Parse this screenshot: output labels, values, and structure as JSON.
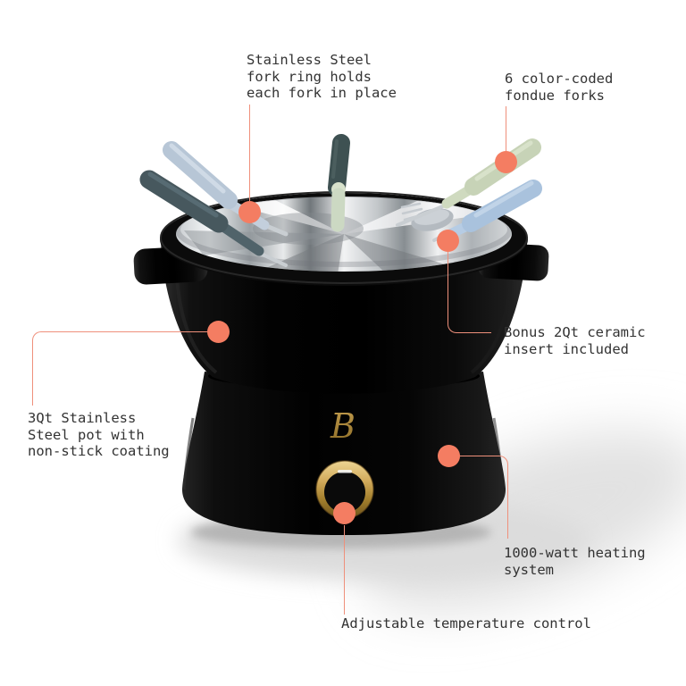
{
  "image": {
    "kind": "product feature callout diagram",
    "subject": "black electric fondue pot with six color-coded forks",
    "background": "#ffffff"
  },
  "colors": {
    "accent_dot": "#f47d62",
    "leader_line": "#ef907b",
    "label_text": "#333333",
    "gold_accent": "#b18c3e",
    "pot_black": "#0a0a0a",
    "steel": "#d6d9db",
    "fork_handles": [
      "#b7c6d6",
      "#47585e",
      "#3e5152",
      "#ccd9c3",
      "#c7d3b7",
      "#a9c2dd"
    ]
  },
  "product": {
    "brand_monogram": "B"
  },
  "callouts": [
    {
      "id": "fork-ring",
      "text": "Stainless Steel\nfork ring holds\neach fork in place"
    },
    {
      "id": "forks",
      "text": "6 color-coded\nfondue forks"
    },
    {
      "id": "ceramic",
      "text": "Bonus 2Qt ceramic\ninsert included"
    },
    {
      "id": "pot",
      "text": "3Qt Stainless\nSteel pot with\nnon-stick coating"
    },
    {
      "id": "heating",
      "text": "1000-watt heating\nsystem"
    },
    {
      "id": "temperature",
      "text": "Adjustable temperature control"
    }
  ]
}
